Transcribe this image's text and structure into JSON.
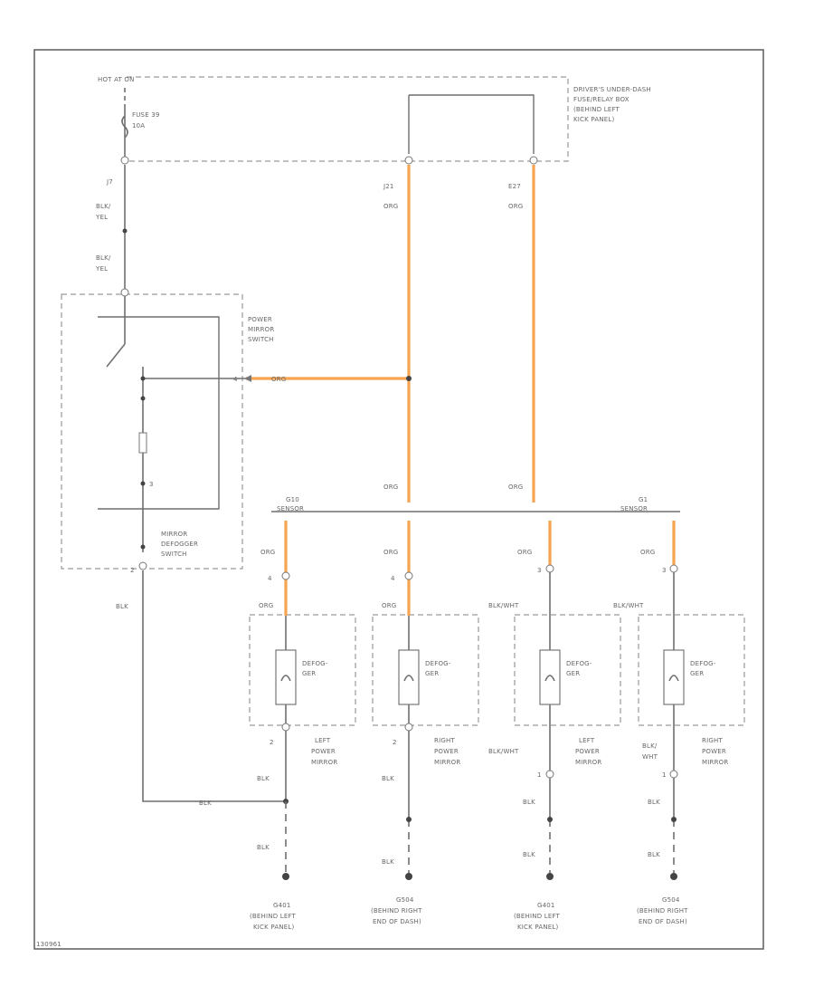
{
  "labels": {
    "hot_at_all_times": "HOT AT ON",
    "fuse": "FUSE 39",
    "fuse_rating": "10A",
    "underdash_box": [
      "DRIVER'S UNDER-DASH",
      "FUSE/RELAY BOX",
      "(BEHIND LEFT",
      "KICK PANEL)"
    ],
    "fuse_pin": "J7",
    "fuse_wire_1": "BLK/",
    "fuse_wire_1b": "YEL",
    "fuse_wire_2": "BLK/",
    "fuse_wire_2b": "YEL",
    "power_mirror_switch": [
      "POWER",
      "MIRROR",
      "SWITCH"
    ],
    "pin_j21": "J21",
    "pin_e27": "E27",
    "wire_org": "ORG",
    "sw_pin_4": "4",
    "sw_pin_3": "3",
    "mirror_defogger_switch": [
      "MIRROR",
      "DEFOGGER",
      "SWITCH"
    ],
    "sw_pin_2": "2",
    "sw_out_wire": "BLK",
    "joint_left": [
      "G10",
      "SENSOR"
    ],
    "joint_right": [
      "G1",
      "SENSOR"
    ],
    "pin_1": "1",
    "defogger": [
      "DEFOG-",
      "GER"
    ],
    "left_power_mirror": [
      "LEFT",
      "POWER",
      "MIRROR"
    ],
    "right_power_mirror": [
      "RIGHT",
      "POWER",
      "MIRROR"
    ],
    "blk_wht": "BLK/WHT",
    "blk_wht_split": [
      "BLK/",
      "WHT"
    ],
    "wire_blk": "BLK",
    "ground_g401": [
      "G401",
      "(BEHIND LEFT",
      "KICK PANEL)"
    ],
    "ground_g504": [
      "G504",
      "(BEHIND RIGHT",
      "END OF DASH)"
    ],
    "fig_code": "130961"
  },
  "colors": {
    "power_wire": "#f6a44f",
    "wire": "#6f6f6f",
    "boundary": "#9a9a9a"
  }
}
